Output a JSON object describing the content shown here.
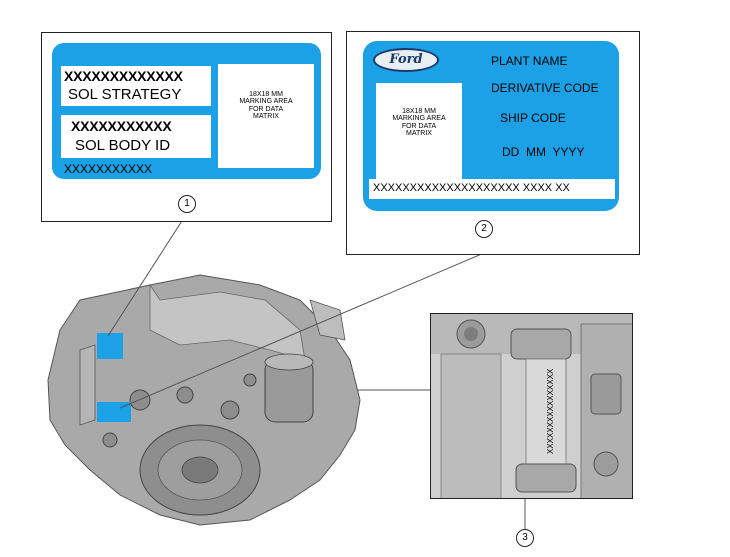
{
  "label1": {
    "strategy_code": "XXXXXXXXXXXXX",
    "strategy_label": "SOL STRATEGY",
    "body_code": "XXXXXXXXXXX",
    "body_label": "SOL BODY ID",
    "bottom_code": "XXXXXXXXXXX",
    "matrix_text": "18X18 MM\nMARKING AREA\nFOR DATA\nMATRIX"
  },
  "label2": {
    "logo_text": "Ford",
    "plant_name": "PLANT NAME",
    "derivative_code": "DERIVATIVE CODE",
    "ship_code": "SHIP CODE",
    "date": "DD  MM  YYYY",
    "matrix_text": "18X18 MM\nMARKING AREA\nFOR DATA\nMATRIX",
    "serial": "XXXXXXXXXXXXXXXXXXXX XXXX XX"
  },
  "detail": {
    "stamp": "XXXXXXXXXXXXXXXX"
  },
  "callouts": {
    "one": "1",
    "two": "2",
    "three": "3"
  },
  "colors": {
    "label_blue": "#1ca0e6",
    "casting_gray": "#a9a9a9"
  }
}
